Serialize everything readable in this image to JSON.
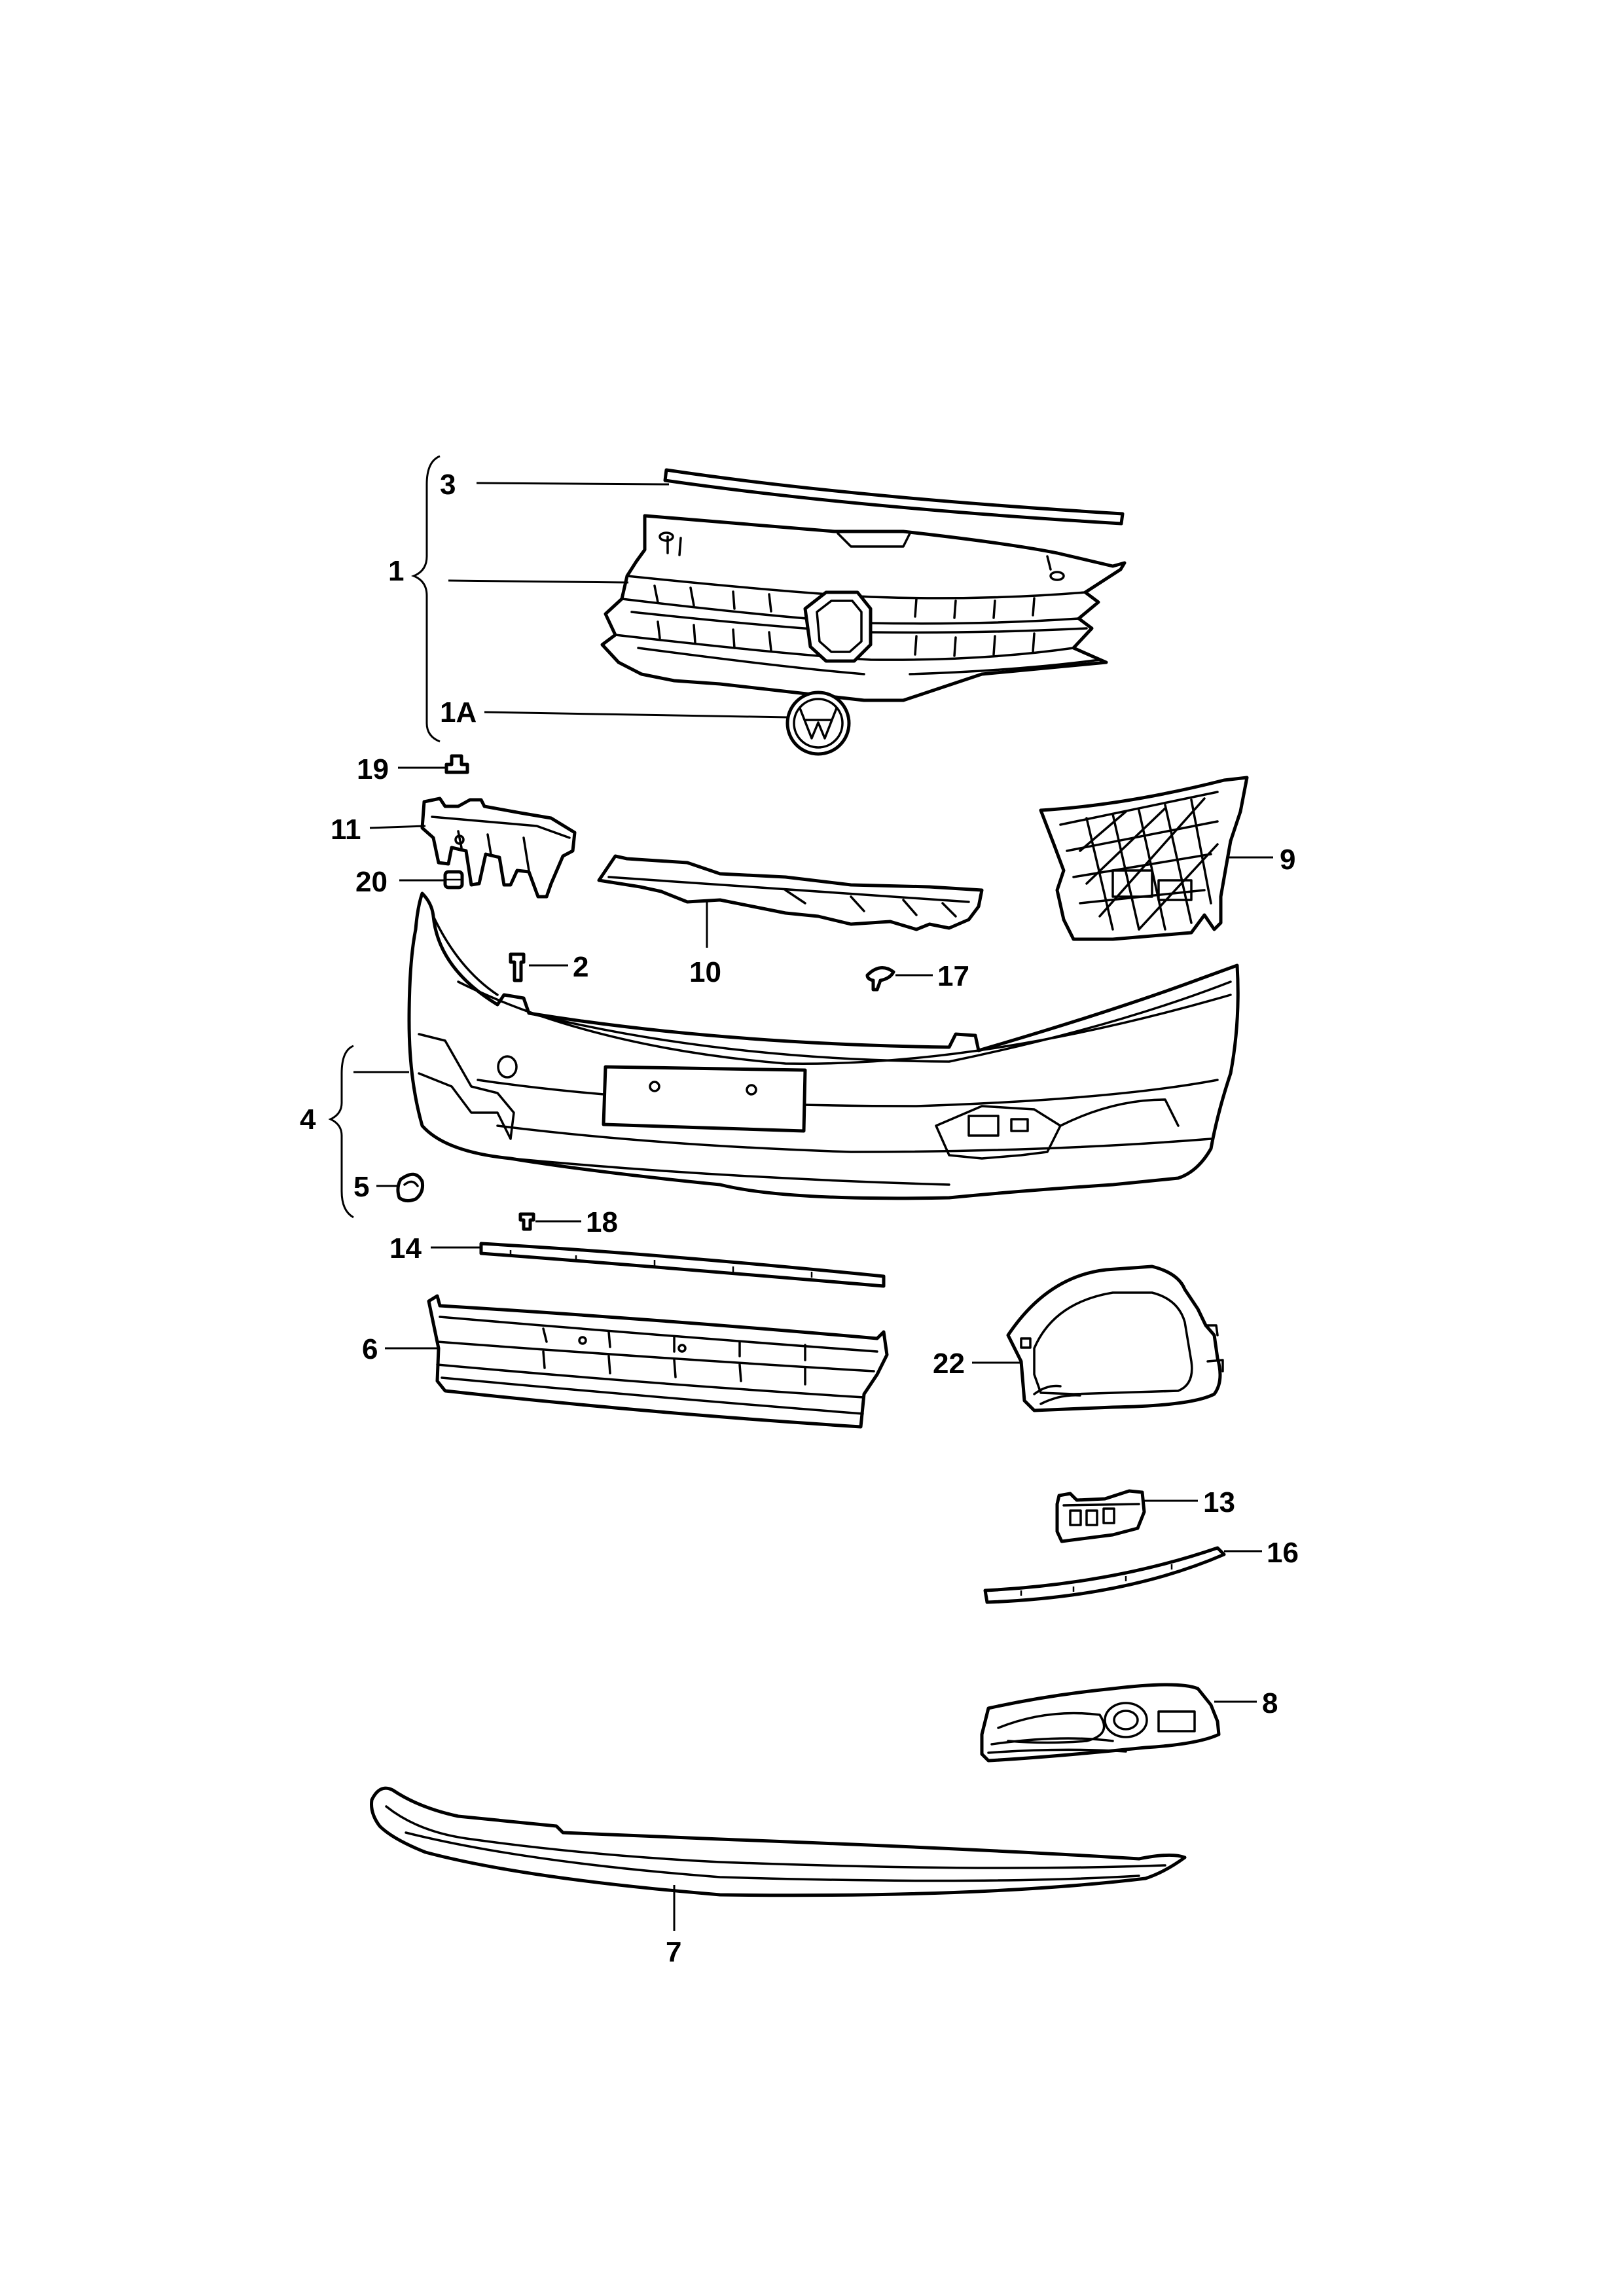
{
  "callouts": [
    {
      "id": "c3",
      "label": "3"
    },
    {
      "id": "c1",
      "label": "1"
    },
    {
      "id": "c1a",
      "label": "1A"
    },
    {
      "id": "c19",
      "label": "19"
    },
    {
      "id": "c11",
      "label": "11"
    },
    {
      "id": "c20",
      "label": "20"
    },
    {
      "id": "c9",
      "label": "9"
    },
    {
      "id": "c2",
      "label": "2"
    },
    {
      "id": "c10",
      "label": "10"
    },
    {
      "id": "c17",
      "label": "17"
    },
    {
      "id": "c4",
      "label": "4"
    },
    {
      "id": "c5",
      "label": "5"
    },
    {
      "id": "c18",
      "label": "18"
    },
    {
      "id": "c14",
      "label": "14"
    },
    {
      "id": "c6",
      "label": "6"
    },
    {
      "id": "c22",
      "label": "22"
    },
    {
      "id": "c13",
      "label": "13"
    },
    {
      "id": "c16",
      "label": "16"
    },
    {
      "id": "c8",
      "label": "8"
    },
    {
      "id": "c7",
      "label": "7"
    }
  ]
}
